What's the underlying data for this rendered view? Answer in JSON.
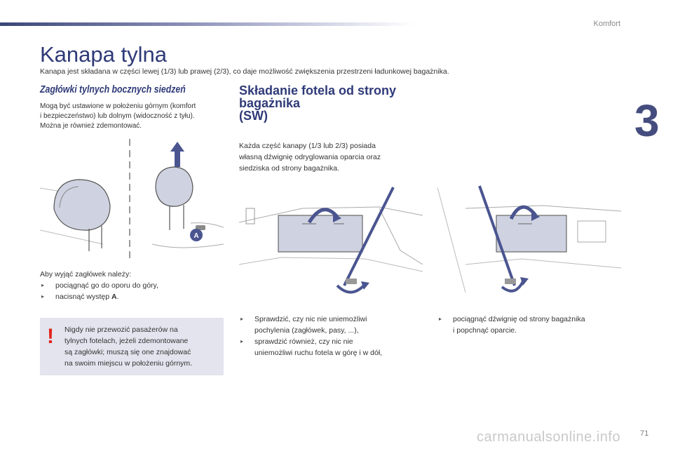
{
  "header": {
    "section": "Komfort",
    "chapter": "3"
  },
  "title": "Kanapa tylna",
  "intro": "Kanapa jest składana w części lewej (1/3) lub prawej (2/3), co daje możliwość zwiększenia przestrzeni ładunkowej bagażnika.",
  "left": {
    "heading": "Zagłówki tylnych bocznych siedzeń",
    "paragraph_lines": [
      "Mogą być ustawione w położeniu górnym (komfort",
      "i bezpieczeństwo) lub dolnym (widoczność z tyłu).",
      "Można je również zdemontować."
    ],
    "figure_label": "A",
    "steps_intro": "Aby wyjąć zagłówek należy:",
    "steps": [
      "pociągnąć go do oporu do góry,",
      "nacisnąć występ "
    ],
    "step_bold": "A",
    "step_end": ".",
    "warning_lines": [
      "Nigdy nie przewozić pasażerów na",
      "tylnych fotelach, jeżeli zdemontowane",
      "są zagłówki; muszą się one znajdować",
      "na swoim miejscu w położeniu górnym."
    ]
  },
  "right": {
    "heading_lines": [
      "Składanie fotela od strony",
      "bagażnika",
      "(SW)"
    ],
    "paragraph_lines": [
      "Każda część kanapy (1/3 lub 2/3) posiada",
      "własną dźwignię odryglowania oparcia oraz",
      "siedziska od strony bagażnika."
    ],
    "checks": [
      [
        "Sprawdzić, czy nic nie uniemożliwi",
        "pochylenia (zagłówek, pasy, ...),"
      ],
      [
        "sprawdzić również, czy nic nie",
        "uniemożliwi ruchu fotela w górę i w dół,"
      ]
    ],
    "action": [
      "pociągnąć dźwignię od strony bagażnika",
      "i popchnąć oparcie."
    ]
  },
  "footer": {
    "page_number": "71",
    "watermark": "carmanualsonline.info"
  },
  "colors": {
    "title_blue": "#2f3a78",
    "warning_red": "#e2231a",
    "box_bg": "#e3e4ee",
    "arrow_blue": "#4a5590"
  }
}
